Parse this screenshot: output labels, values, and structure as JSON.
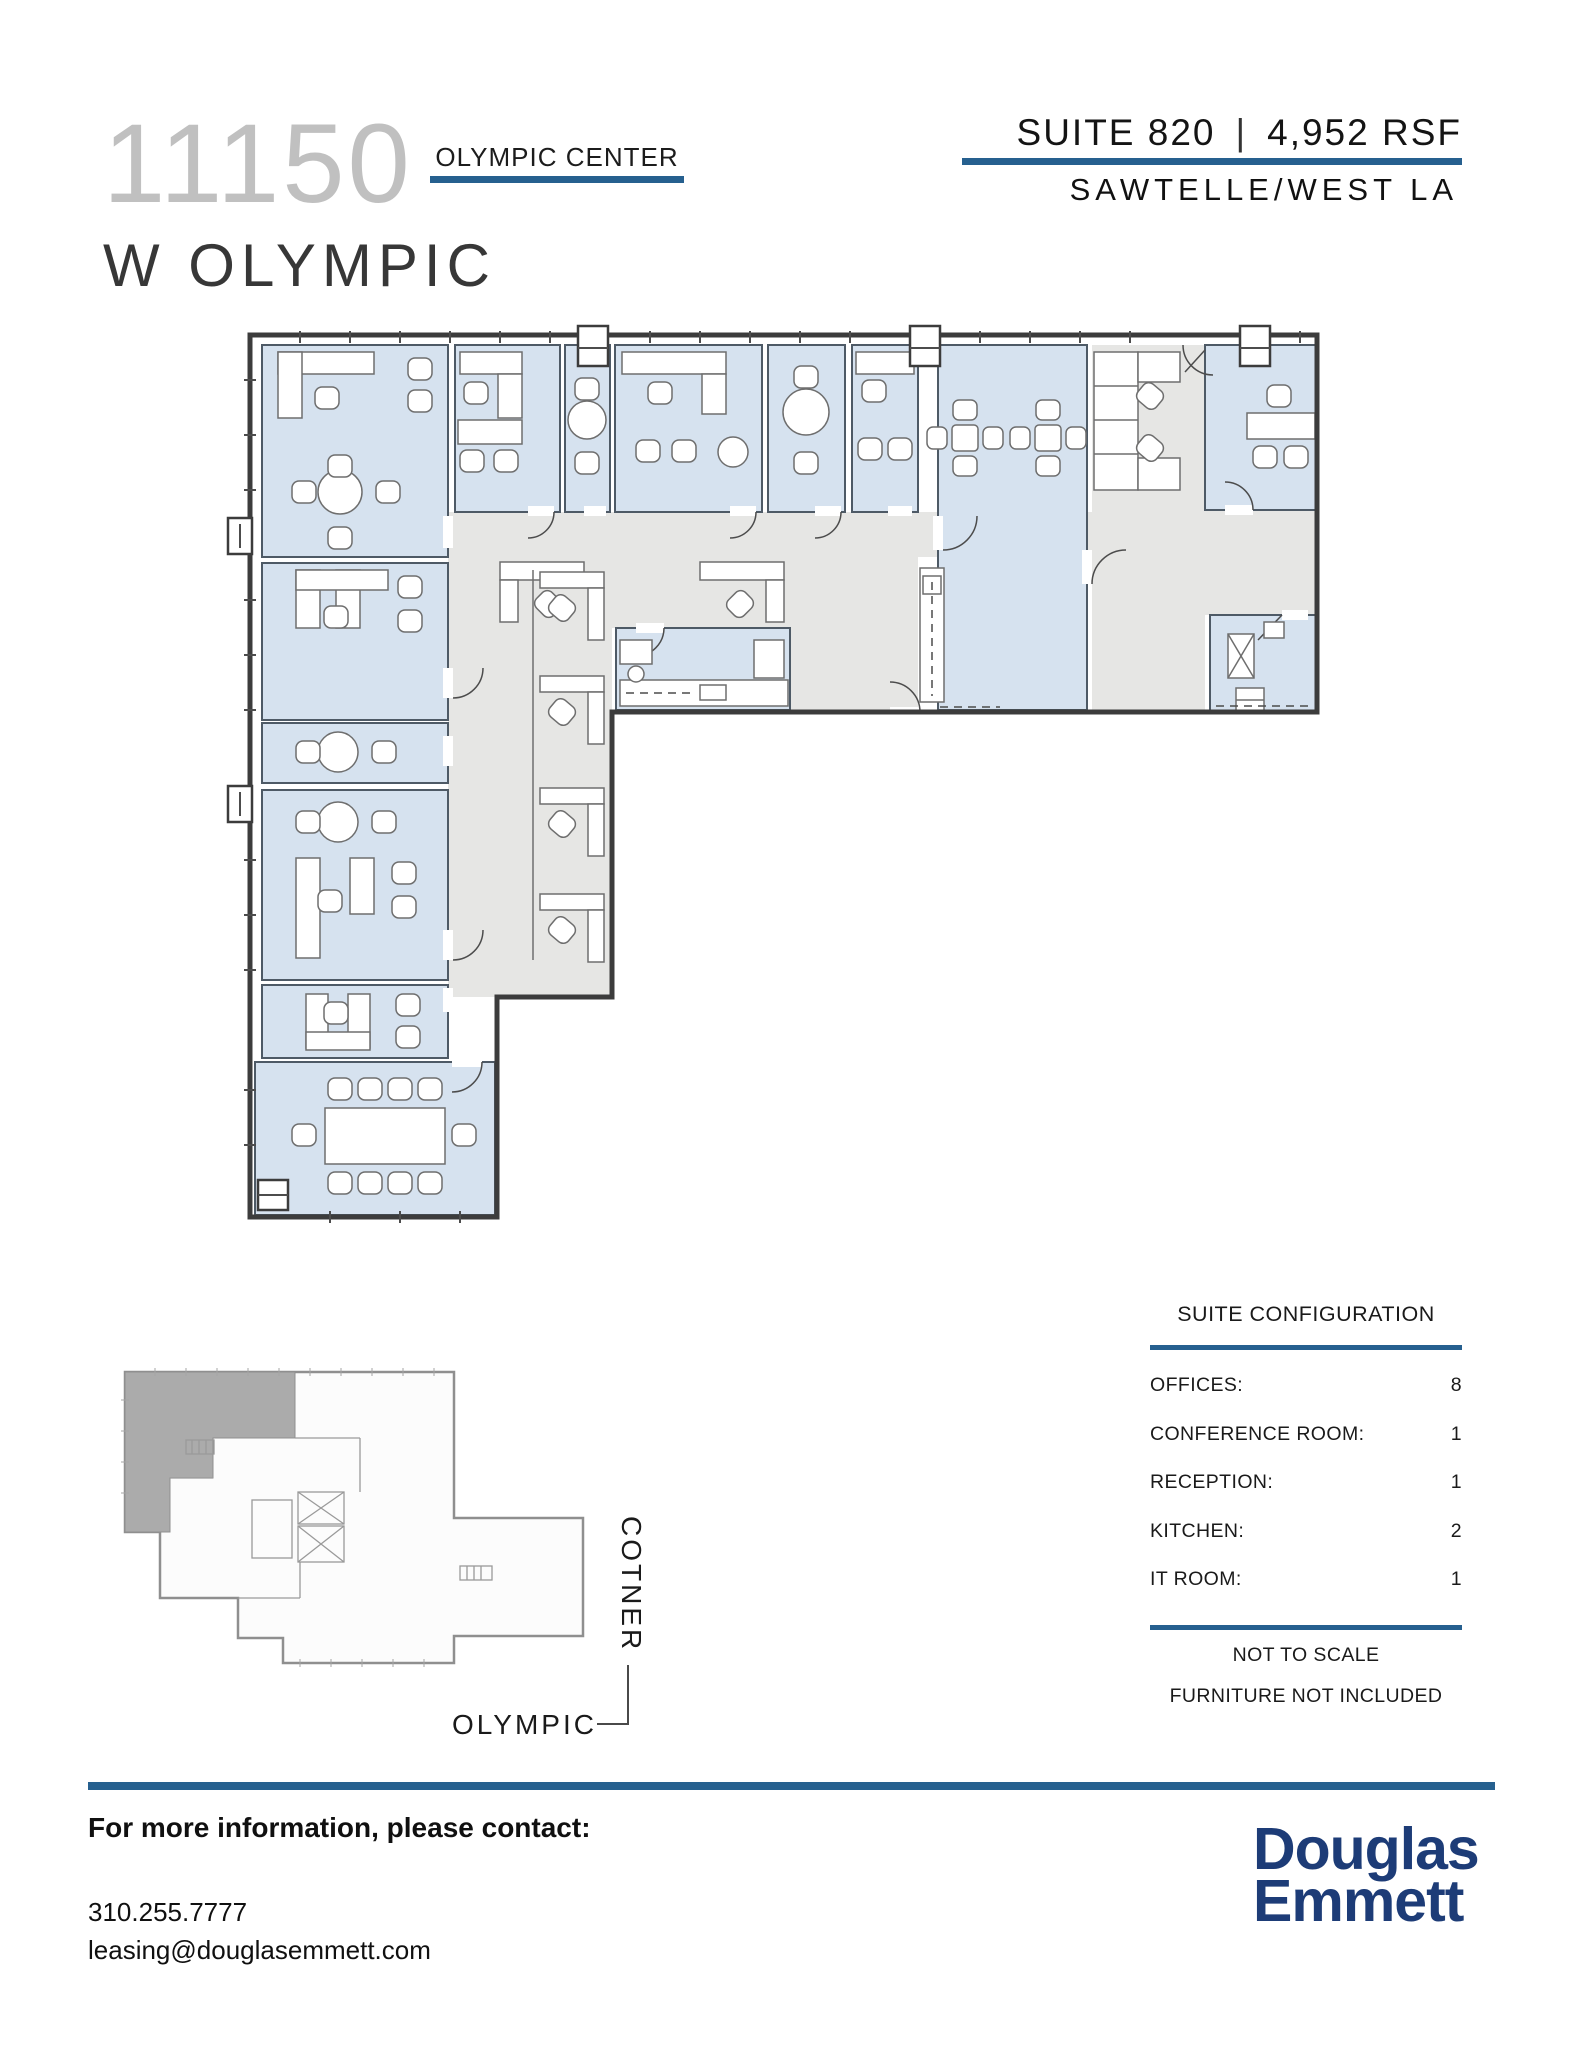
{
  "header": {
    "building_number": "11150",
    "building_street": "W OLYMPIC",
    "center_name": "OLYMPIC CENTER",
    "suite_label": "SUITE 820",
    "divider": "|",
    "rsf_label": "4,952 RSF",
    "submarket": "SAWTELLE/WEST LA"
  },
  "suite_configuration": {
    "title": "SUITE CONFIGURATION",
    "rows": [
      {
        "label": "OFFICES:",
        "value": "8"
      },
      {
        "label": "CONFERENCE ROOM:",
        "value": "1"
      },
      {
        "label": "RECEPTION:",
        "value": "1"
      },
      {
        "label": "KITCHEN:",
        "value": "2"
      },
      {
        "label": "IT ROOM:",
        "value": "1"
      }
    ],
    "note_scale": "NOT TO SCALE",
    "note_furniture": "FURNITURE NOT INCLUDED"
  },
  "key_plan": {
    "street_side": "COTNER",
    "street_bottom": "OLYMPIC"
  },
  "contact": {
    "heading": "For more information, please contact:",
    "phone": "310.255.7777",
    "email": "leasing@douglasemmett.com"
  },
  "logo": {
    "line1": "Douglas",
    "line2": "Emmett"
  },
  "colors": {
    "accent_blue": "#26608f",
    "logo_navy": "#1d3c77",
    "room_blue": "#d6e2ef",
    "corridor_gray": "#e6e6e4",
    "keyplan_shade": "#ababab"
  }
}
